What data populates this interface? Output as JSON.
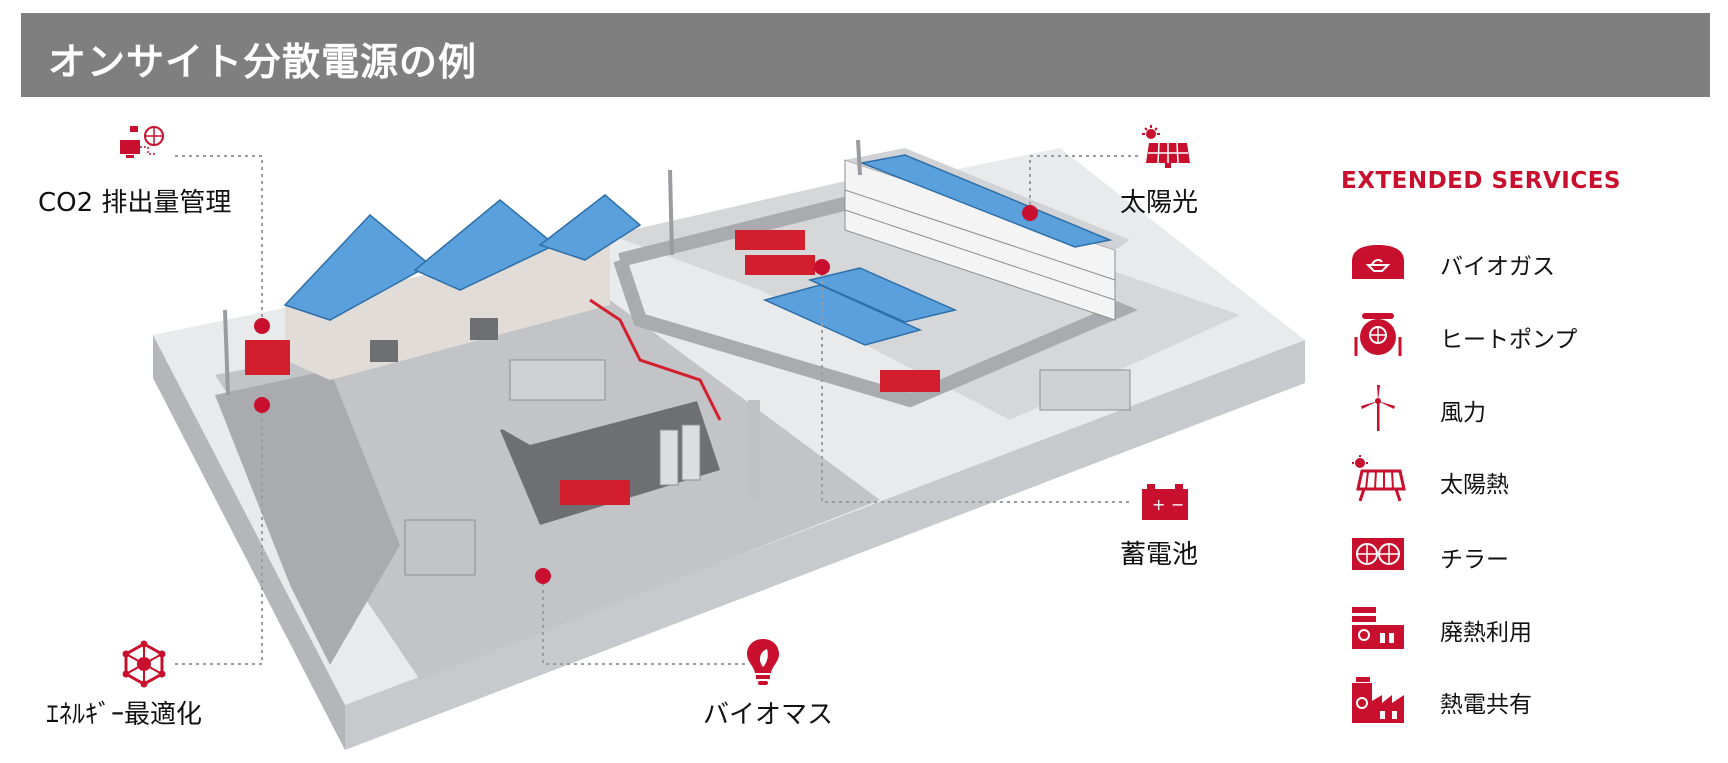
{
  "header": {
    "title": "オンサイト分散電源の例"
  },
  "callouts": {
    "co2": "CO2 排出量管理",
    "solar": "太陽光",
    "battery": "蓄電池",
    "energy_opt": "ｴﾈﾙｷﾞｰ最適化",
    "biomass": "バイオマス"
  },
  "services": {
    "title": "EXTENDED SERVICES",
    "items": [
      {
        "label": "バイオガス",
        "icon": "biogas-icon"
      },
      {
        "label": "ヒートポンプ",
        "icon": "heat-pump-icon"
      },
      {
        "label": "風力",
        "icon": "wind-turbine-icon"
      },
      {
        "label": "太陽熱",
        "icon": "solar-thermal-icon"
      },
      {
        "label": "チラー",
        "icon": "chiller-icon"
      },
      {
        "label": "廃熱利用",
        "icon": "waste-heat-icon"
      },
      {
        "label": "熱電共有",
        "icon": "cogeneration-icon"
      }
    ]
  },
  "colors": {
    "accent": "#c8102e",
    "header_bg": "#7f7f7f",
    "panel": "#5aa0dc",
    "ground": "#a9abae"
  }
}
